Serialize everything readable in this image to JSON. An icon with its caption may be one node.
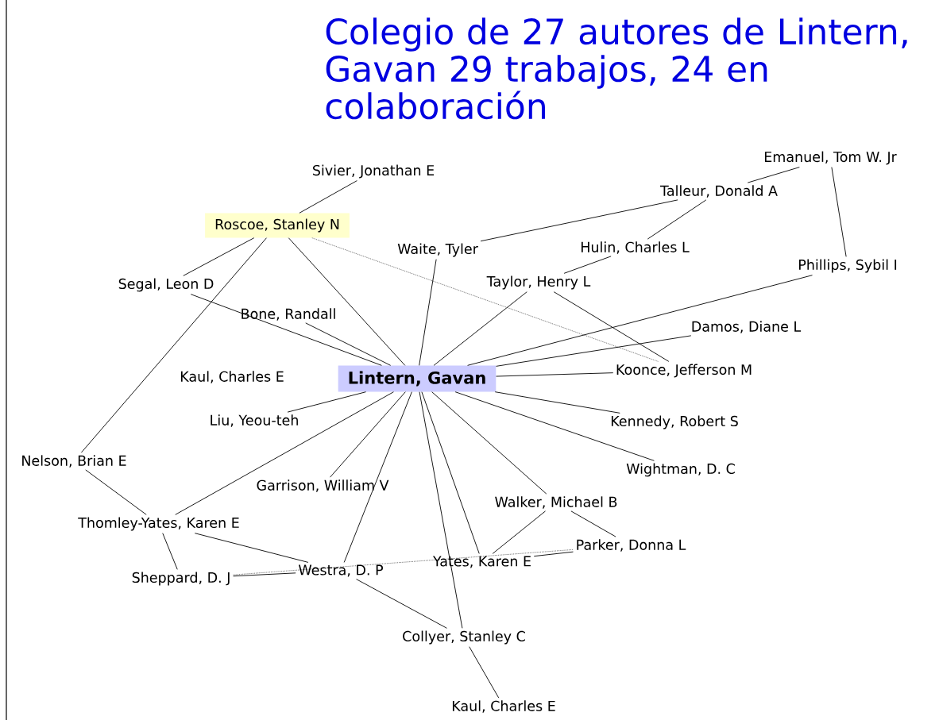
{
  "diagram": {
    "title": "Colegio de 27 autores de Lintern, Gavan 29 trabajos, 24 en colaboración",
    "nodes": [
      {
        "text": [
          "Lintern, Gavan"
        ]
      },
      {
        "text": [
          "Sivier, Jonathan E"
        ]
      },
      {
        "text": [
          "Roscoe, Stanley N"
        ]
      },
      {
        "text": [
          "Emanuel, Tom W. Jr"
        ]
      },
      {
        "text": [
          "Talleur, Donald A"
        ]
      },
      {
        "text": [
          "Waite, Tyler"
        ]
      },
      {
        "text": [
          "Hulin, Charles L"
        ]
      },
      {
        "text": [
          "Phillips, Sybil I"
        ]
      },
      {
        "text": [
          "Segal, Leon D"
        ]
      },
      {
        "text": [
          "Taylor, Henry L"
        ]
      },
      {
        "text": [
          "Bone, Randall"
        ]
      },
      {
        "text": [
          "Damos, Diane L"
        ]
      },
      {
        "text": [
          "Kaul, Charles E"
        ]
      },
      {
        "text": [
          "Koonce, Jefferson M"
        ]
      },
      {
        "text": [
          "Liu, Yeou-teh"
        ]
      },
      {
        "text": [
          "Kennedy, Robert S"
        ]
      },
      {
        "text": [
          "Nelson, Brian E"
        ]
      },
      {
        "text": [
          "Wightman, D. C"
        ]
      },
      {
        "text": [
          "Garrison, William V"
        ]
      },
      {
        "text": [
          "Walker, Michael B"
        ]
      },
      {
        "text": [
          "Thomley-Yates, Karen E"
        ]
      },
      {
        "text": [
          "Parker, Donna L"
        ]
      },
      {
        "text": [
          "Yates, Karen E"
        ]
      },
      {
        "text": [
          "Sheppard, D. J"
        ]
      },
      {
        "text": [
          "Westra, D. P"
        ]
      },
      {
        "text": [
          "Collyer, Stanley C"
        ]
      },
      {
        "text": [
          "Kaul, Charles E"
        ]
      }
    ],
    "edges": [
      {
        "from": 0,
        "to": 2,
        "arrow": "none"
      },
      {
        "from": 0,
        "to": 5,
        "arrow": "none"
      },
      {
        "from": 0,
        "to": 9,
        "arrow": "none"
      },
      {
        "from": 0,
        "to": 7,
        "arrow": "none"
      },
      {
        "from": 0,
        "to": 11,
        "arrow": "none"
      },
      {
        "from": 0,
        "to": 13,
        "arrow": "none"
      },
      {
        "from": 0,
        "to": 15,
        "arrow": "none"
      },
      {
        "from": 0,
        "to": 17,
        "arrow": "none"
      },
      {
        "from": 0,
        "to": 19,
        "arrow": "none"
      },
      {
        "from": 0,
        "to": 22,
        "arrow": "none"
      },
      {
        "from": 0,
        "to": 25,
        "arrow": "none"
      },
      {
        "from": 0,
        "to": 24,
        "arrow": "none"
      },
      {
        "from": 0,
        "to": 18,
        "arrow": "none"
      },
      {
        "from": 0,
        "to": 20,
        "arrow": "none"
      },
      {
        "from": 0,
        "to": 14,
        "arrow": "none"
      },
      {
        "from": 0,
        "to": 8,
        "arrow": "none"
      },
      {
        "from": 0,
        "to": 10,
        "arrow": "none"
      },
      {
        "from": 1,
        "to": 2,
        "arrow": "none"
      },
      {
        "from": 2,
        "to": 8,
        "arrow": "none"
      },
      {
        "from": 2,
        "to": 16,
        "arrow": "none"
      },
      {
        "from": 2,
        "to": 13,
        "arrow": "none",
        "style": "dashed"
      },
      {
        "from": 5,
        "to": 4,
        "arrow": "none"
      },
      {
        "from": 4,
        "to": 3,
        "arrow": "none"
      },
      {
        "from": 4,
        "to": 6,
        "arrow": "none"
      },
      {
        "from": 6,
        "to": 9,
        "arrow": "none"
      },
      {
        "from": 3,
        "to": 7,
        "arrow": "none"
      },
      {
        "from": 9,
        "to": 13,
        "arrow": "none"
      },
      {
        "from": 16,
        "to": 20,
        "arrow": "none"
      },
      {
        "from": 20,
        "to": 23,
        "arrow": "none"
      },
      {
        "from": 20,
        "to": 24,
        "arrow": "none"
      },
      {
        "from": 23,
        "to": 24,
        "arrow": "none"
      },
      {
        "from": 23,
        "to": 21,
        "arrow": "none",
        "style": "dashed"
      },
      {
        "from": 24,
        "to": 25,
        "arrow": "none"
      },
      {
        "from": 19,
        "to": 22,
        "arrow": "none"
      },
      {
        "from": 19,
        "to": 21,
        "arrow": "none"
      },
      {
        "from": 22,
        "to": 21,
        "arrow": "none"
      },
      {
        "from": 25,
        "to": 26,
        "arrow": "none"
      }
    ]
  }
}
